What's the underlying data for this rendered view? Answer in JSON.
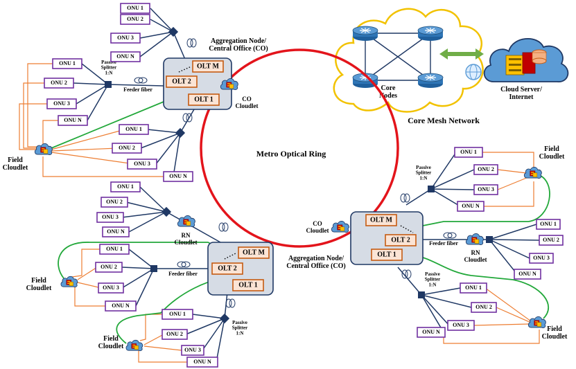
{
  "colors": {
    "ring": "#e3141b",
    "onu_border": "#7030a0",
    "olt_fill": "#fbe4d5",
    "olt_border": "#c55a11",
    "feeder": "#1f3864",
    "drop": "#ed7d31",
    "green_link": "#22a83a",
    "co_box": "#d6dce5",
    "cloud_border": "#f2c200"
  },
  "ring": {
    "label": "Metro Optical Ring"
  },
  "core": {
    "title": "Core Mesh Network",
    "nodes_label": "Core\nNodes",
    "cloud_server_label": "Cloud Server/\nInternet"
  },
  "nodes": {
    "top": {
      "co_label": "Aggregation Node/\nCentral Office (CO)",
      "olts": [
        "OLT M",
        "OLT 2",
        "OLT 1"
      ],
      "cloudlet_label": "CO\nCloudlet",
      "feeder_label": "Feeder fiber"
    },
    "bottom": {
      "co_label": "Aggregation Node/\nCentral Office (CO)",
      "olts": [
        "OLT M",
        "OLT 2",
        "OLT 1"
      ],
      "cloudlet_label": "RN\nCloudlet",
      "feeder_label": "Feeder fiber"
    },
    "right": {
      "co_label": "CO\nCloudlet",
      "olts": [
        "OLT M",
        "OLT 2",
        "OLT 1"
      ],
      "cloudlet_label": "RN\nCloudlet",
      "feeder_label": "Feeder fiber"
    }
  },
  "splitter_label": "Passive\nSplitter\n1:N",
  "field_cloudlet_label": "Field\nCloudlet",
  "onu_labels": [
    "ONU 1",
    "ONU 2",
    "ONU 3",
    "ONU N"
  ]
}
